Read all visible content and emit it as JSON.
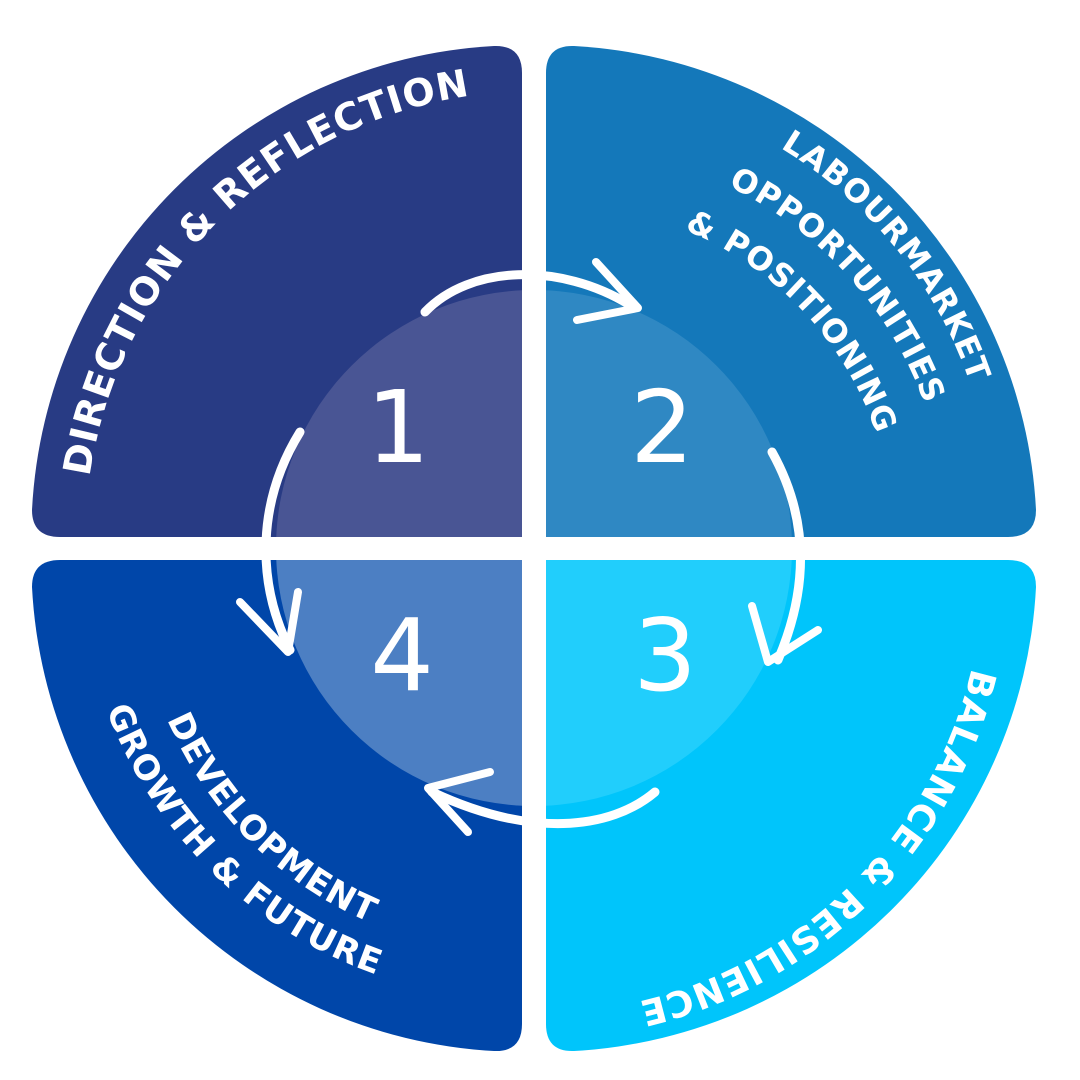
{
  "diagram": {
    "quadrants": [
      {
        "number": "1",
        "label": "DIRECTION & REFLECTION",
        "color": "#283b84",
        "inner_color": "#495594"
      },
      {
        "number": "2",
        "label_lines": [
          "LABOURMARKET",
          "OPPORTUNITIES",
          "& POSITIONING"
        ],
        "color": "#1478ba",
        "inner_color": "#2f88c3"
      },
      {
        "number": "3",
        "label": "BALANCE & RESILIENCE",
        "color": "#00c5fb",
        "inner_color": "#21cefc"
      },
      {
        "number": "4",
        "label_lines": [
          "GROWTH & FUTURE",
          "DEVELOPMENT"
        ],
        "color": "#0046a9",
        "inner_color": "#4c7fc3"
      }
    ],
    "arrow_color": "#ffffff"
  }
}
